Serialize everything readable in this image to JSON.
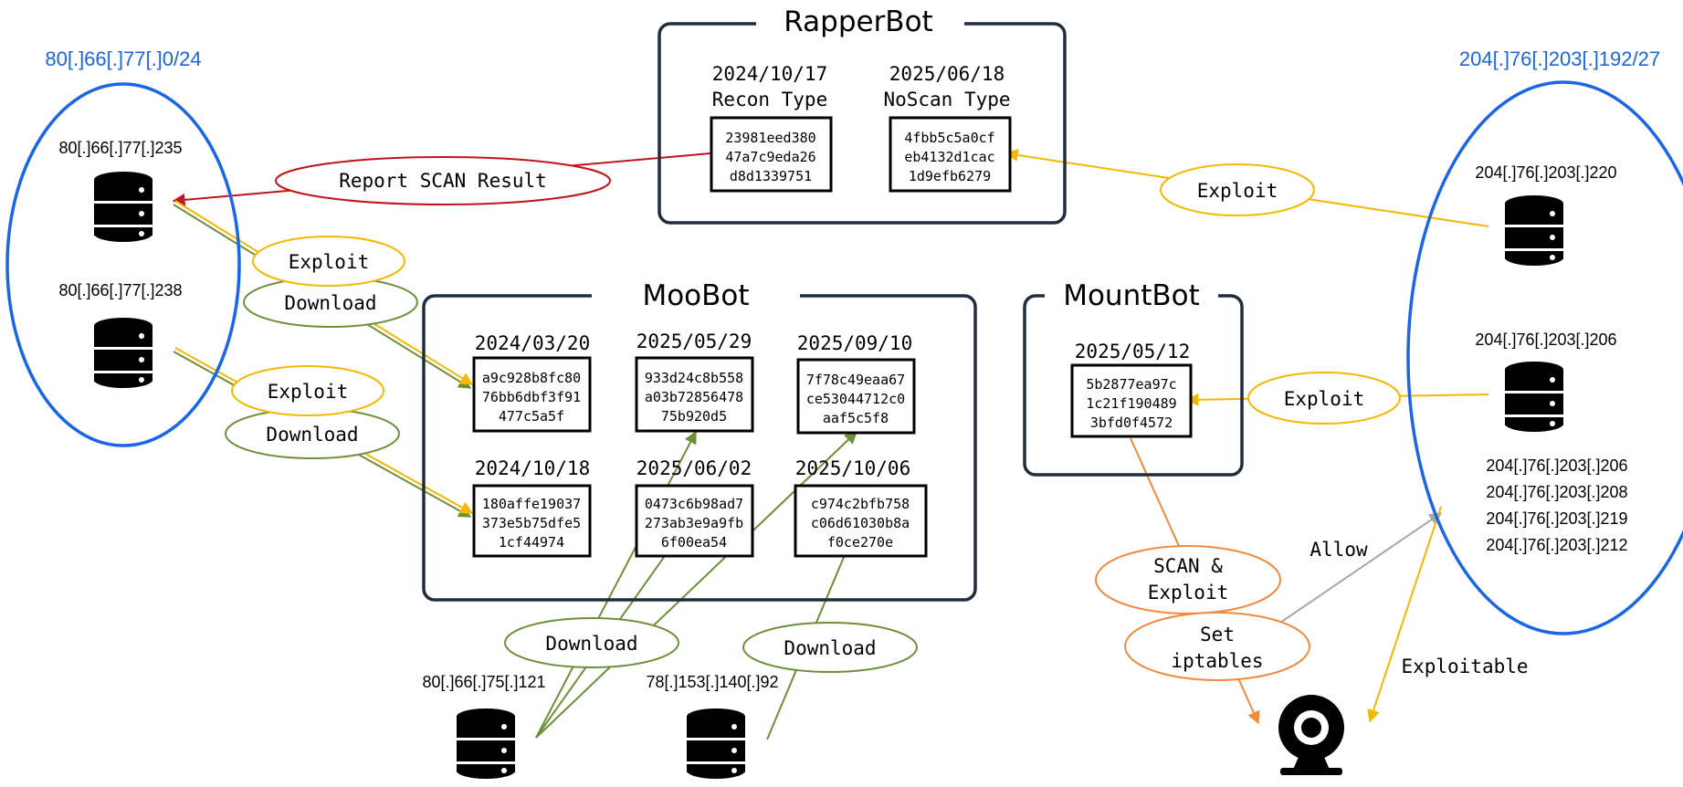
{
  "colors": {
    "blue": "#1a66e6",
    "navy": "#1f2d3d",
    "red": "#c0141c",
    "yellow": "#f5b800",
    "green": "#6e8f3a",
    "orange": "#f08a3c",
    "gray": "#a8a8a8"
  },
  "subnets": {
    "left": "80[.]66[.]77[.]0/24",
    "right": "204[.]76[.]203[.]192/27"
  },
  "hosts": {
    "h235": "80[.]66[.]77[.]235",
    "h238": "80[.]66[.]77[.]238",
    "h121": "80[.]66[.]75[.]121",
    "h92": "78[.]153[.]140[.]92",
    "h220": "204[.]76[.]203[.]220",
    "h206": "204[.]76[.]203[.]206",
    "group": [
      "204[.]76[.]203[.]206",
      "204[.]76[.]203[.]208",
      "204[.]76[.]203[.]219",
      "204[.]76[.]203[.]212"
    ]
  },
  "clusters": {
    "rapperbot": {
      "title": "RapperBot",
      "samples": [
        {
          "date": "2024/10/17",
          "type": "Recon Type",
          "hash": [
            "23981eed380",
            "47a7c9eda26",
            "d8d1339751"
          ]
        },
        {
          "date": "2025/06/18",
          "type": "NoScan Type",
          "hash": [
            "4fbb5c5a0cf",
            "eb4132d1cac",
            "1d9efb6279"
          ]
        }
      ]
    },
    "moobot": {
      "title": "MooBot",
      "samples": [
        {
          "date": "2024/03/20",
          "hash": [
            "a9c928b8fc80",
            "76bb6dbf3f91",
            "477c5a5f"
          ]
        },
        {
          "date": "2025/05/29",
          "hash": [
            "933d24c8b558",
            "a03b72856478",
            "75b920d5"
          ]
        },
        {
          "date": "2025/09/10",
          "hash": [
            "7f78c49eaa67",
            "ce53044712c0",
            "aaf5c5f8"
          ]
        },
        {
          "date": "2024/10/18",
          "hash": [
            "180affe19037",
            "373e5b75dfe5",
            "1cf44974"
          ]
        },
        {
          "date": "2025/06/02",
          "hash": [
            "0473c6b98ad7",
            "273ab3e9a9fb",
            "6f00ea54"
          ]
        },
        {
          "date": "2025/10/06",
          "hash": [
            "c974c2bfb758",
            "c06d61030b8a",
            "f0ce270e"
          ]
        }
      ]
    },
    "mountbot": {
      "title": "MountBot",
      "samples": [
        {
          "date": "2025/05/12",
          "hash": [
            "5b2877ea97c",
            "1c21f190489",
            "3bfd0f4572"
          ]
        }
      ]
    }
  },
  "labels": {
    "report": "Report SCAN Result",
    "exploit": "Exploit",
    "download": "Download",
    "scan_exploit": [
      "SCAN &",
      "Exploit"
    ],
    "set_iptables": [
      "Set",
      "iptables"
    ],
    "allow": "Allow",
    "exploitable": "Exploitable"
  },
  "icons": {
    "server": "server-icon",
    "camera": "webcam-icon"
  }
}
